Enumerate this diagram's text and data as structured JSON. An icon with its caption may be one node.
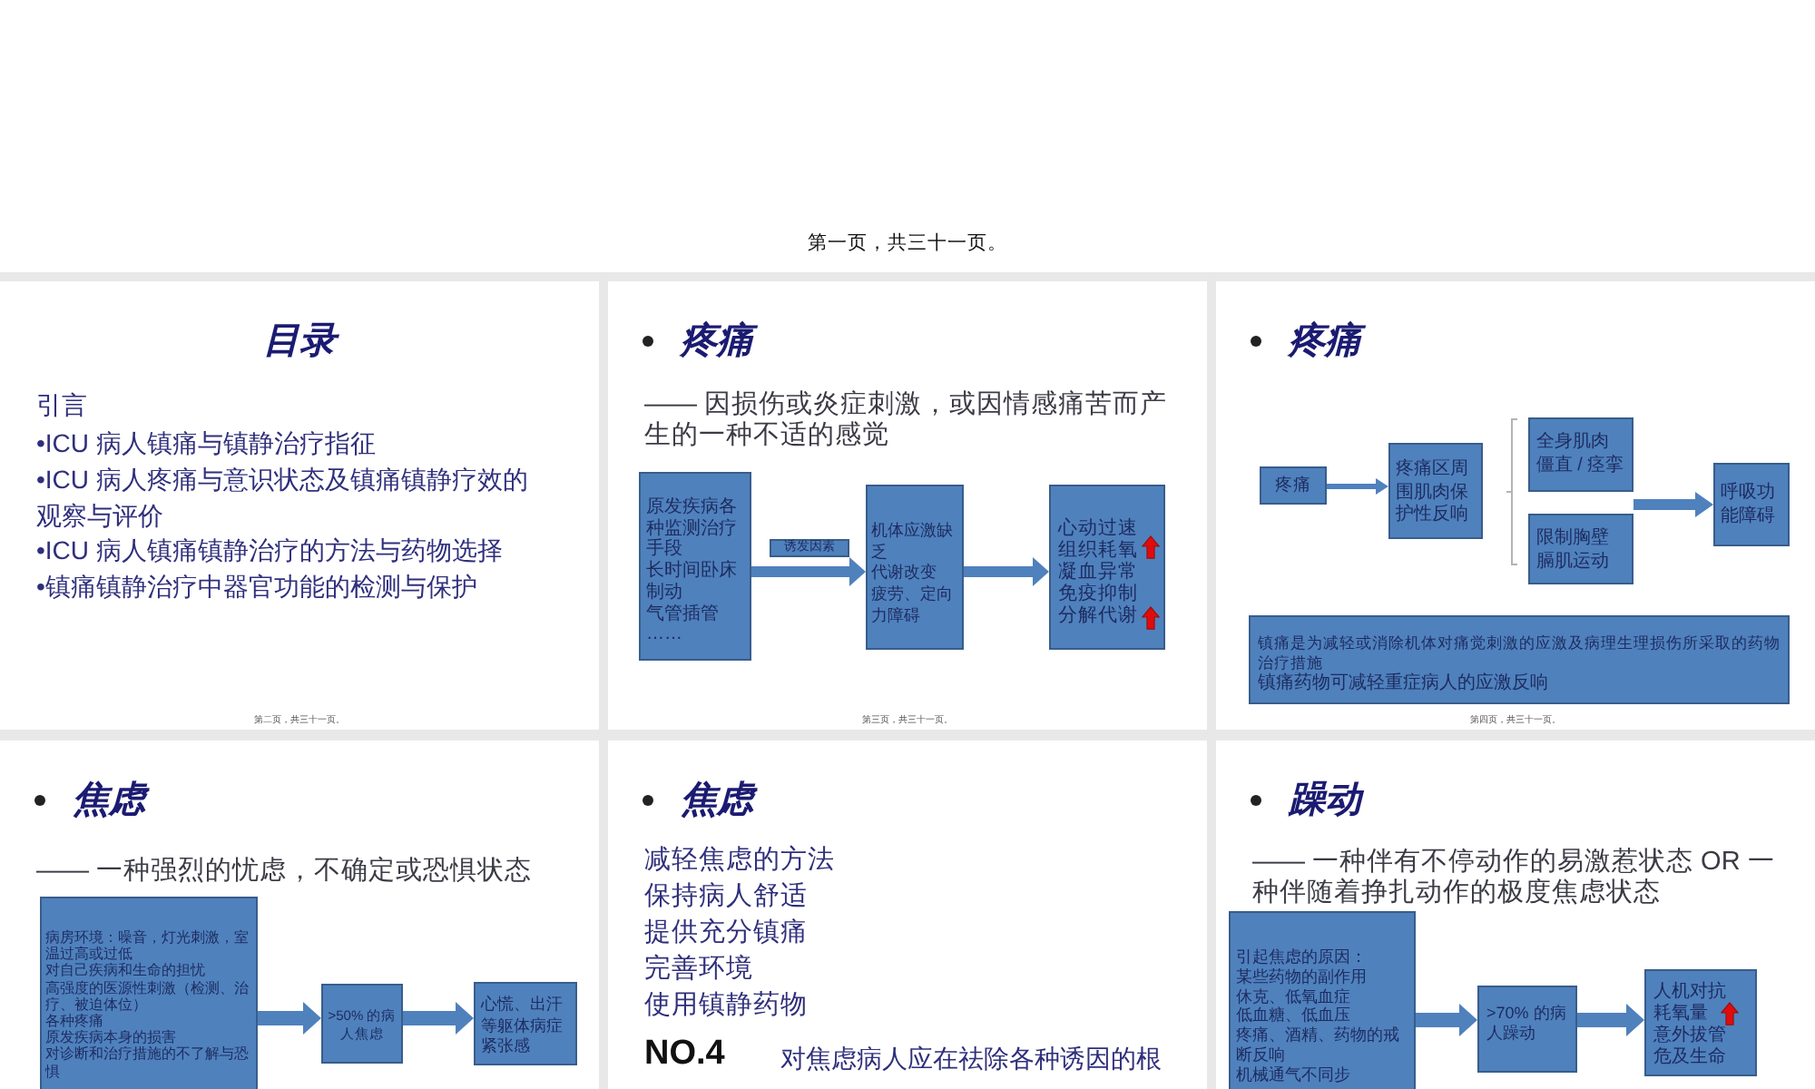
{
  "diagram": {
    "nodes": [
      {
        "text": [
          "目录",
          "引言",
          "•ICU 病人镇痛与镇静治疗指征",
          "•ICU 病人疼痛与意识状态及镇痛镇静疗效的观察与评价",
          "•ICU 病人镇痛镇静治疗的方法与药物选择",
          "•镇痛镇静治疗中器官功能的检测与保护",
          "第二页，共三十一页。"
        ]
      },
      {
        "text": [
          "疼痛",
          "—— 因损伤或炎症刺激，或因情感痛苦而产生的一种不适的感觉",
          "第三页，共三十一页。"
        ]
      },
      {
        "text": [
          "原发疾病各种监测治疗手段",
          "长时间卧床制动",
          "气管插管",
          "……"
        ],
        "in": 1
      },
      {
        "text": [
          "机体应激缺乏",
          "代谢改变",
          "疲劳、定向力障碍"
        ],
        "in": 1
      },
      {
        "text": [
          "心动过速",
          "组织耗氧",
          "凝血异常",
          "免疫抑制",
          "分解代谢"
        ],
        "in": 1
      },
      {
        "text": [
          "疼痛",
          "第四页，共三十一页。"
        ]
      },
      {
        "text": [
          "疼痛"
        ],
        "in": 5
      },
      {
        "text": [
          "疼痛区周围肌肉保护性反响"
        ],
        "in": 5
      },
      {
        "text": [
          "全身肌肉僵直 / 痉挛"
        ],
        "in": 5
      },
      {
        "text": [
          "限制胸壁膈肌运动"
        ],
        "in": 5
      },
      {
        "text": [
          "呼吸功能障碍"
        ],
        "in": 5
      },
      {
        "text": [
          "镇痛是为减轻或消除机体对痛觉刺激的应激及病理生理损伤所采取的药物治疗措施",
          "镇痛药物可减轻重症病人的应激反响"
        ],
        "in": 5
      },
      {
        "text": [
          "焦虑",
          "—— 一种强烈的忧虑，不确定或恐惧状态"
        ]
      },
      {
        "text": [
          "病房环境：噪音，灯光刺激，室温过高或过低",
          "对自己疾病和生命的担忧",
          "高强度的医源性刺激（检测、治疗、被迫体位）",
          "各种疼痛",
          "原发疾病本身的损害",
          "对诊断和治疗措施的不了解与恐惧"
        ],
        "in": 12
      },
      {
        "text": [
          ">50% 的病人焦虑"
        ],
        "in": 12
      },
      {
        "text": [
          "心慌、出汗等躯体病症",
          "紧张感"
        ],
        "in": 12
      },
      {
        "text": [
          "焦虑",
          "减轻焦虑的方法",
          "保持病人舒适",
          "提供充分镇痛",
          "完善环境",
          "使用镇静药物",
          "NO.4",
          "对焦虑病人应在祛除各种诱因的根"
        ]
      },
      {
        "text": [
          "躁动",
          "—— 一种伴有不停动作的易激惹状态 OR 一种伴随着挣扎动作的极度焦虑状态"
        ]
      },
      {
        "text": [
          "引起焦虑的原因：",
          "某些药物的副作用",
          "休克、低氧血症",
          "低血糖、低血压",
          "疼痛、酒精、药物的戒断反响",
          "机械通气不同步"
        ],
        "in": 17
      },
      {
        "text": [
          ">70% 的病人躁动"
        ],
        "in": 17
      },
      {
        "text": [
          "人机对抗",
          "耗氧量",
          "意外拔管",
          "危及生命"
        ],
        "in": 17
      }
    ],
    "edges": [
      {
        "from": 2,
        "to": 3,
        "arrow": "to",
        "label": "诱发因素"
      },
      {
        "from": 3,
        "to": 4,
        "arrow": "to"
      },
      {
        "from": 6,
        "to": 7,
        "arrow": "to"
      },
      {
        "from": 8,
        "to": 10,
        "arrow": "to"
      },
      {
        "from": 9,
        "to": 10,
        "arrow": "to"
      },
      {
        "from": 13,
        "to": 14,
        "arrow": "to"
      },
      {
        "from": 14,
        "to": 15,
        "arrow": "to"
      },
      {
        "from": 18,
        "to": 19,
        "arrow": "to"
      },
      {
        "from": 19,
        "to": 20,
        "arrow": "to"
      }
    ],
    "labels": [
      "第一页，共三十一页。"
    ]
  }
}
